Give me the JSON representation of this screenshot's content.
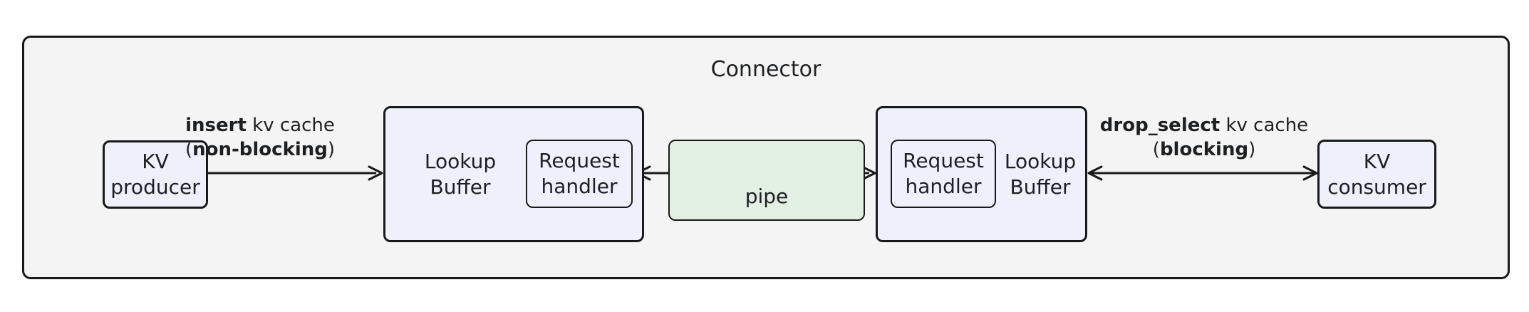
{
  "diagram": {
    "type": "flow-architecture",
    "title": "Connector",
    "background": "#ffffff",
    "colors": {
      "container_fill": "#f4f4f4",
      "node_fill_blue": "#eef1fc",
      "node_fill_green": "#e2f0e4",
      "stroke": "#191919",
      "text": "#1d1f21"
    }
  },
  "container": {
    "label": "Connector"
  },
  "nodes": {
    "kv_producer": {
      "label": "KV\nproducer",
      "fill": "#eef1fc"
    },
    "kv_consumer": {
      "label": "KV\nconsumer",
      "fill": "#eef1fc"
    },
    "lookup_buffer_left": {
      "label": "Lookup\nBuffer",
      "fill": "#eef1fc"
    },
    "lookup_buffer_right": {
      "label": "Lookup\nBuffer",
      "fill": "#eef1fc"
    },
    "request_handler_left": {
      "label": "Request\nhandler",
      "fill": "#eef1fc"
    },
    "request_handler_right": {
      "label": "Request\nhandler",
      "fill": "#eef1fc"
    },
    "pipe": {
      "label": "pipe",
      "fill": "#e2f0e4"
    }
  },
  "edges": [
    {
      "id": "insert",
      "from": "kv_producer",
      "to": "lookup_buffer_left",
      "arrow": "single-right",
      "label": {
        "line1_bold": "insert",
        "line1_rest": " kv cache",
        "line2_open": "(",
        "line2_bold": "non-blocking",
        "line2_close": ")"
      }
    },
    {
      "id": "pipe-to-left-buffer",
      "from": "pipe",
      "to": "lookup_buffer_left",
      "arrow": "single-left",
      "label": null
    },
    {
      "id": "pipe-to-right-buffer",
      "from": "pipe",
      "to": "lookup_buffer_right",
      "arrow": "single-right",
      "label": null
    },
    {
      "id": "drop_select",
      "from": "lookup_buffer_right",
      "to": "kv_consumer",
      "arrow": "double",
      "label": {
        "line1_bold": "drop_select",
        "line1_rest": " kv cache",
        "line2_open": "(",
        "line2_bold": "blocking",
        "line2_close": ")"
      }
    }
  ]
}
